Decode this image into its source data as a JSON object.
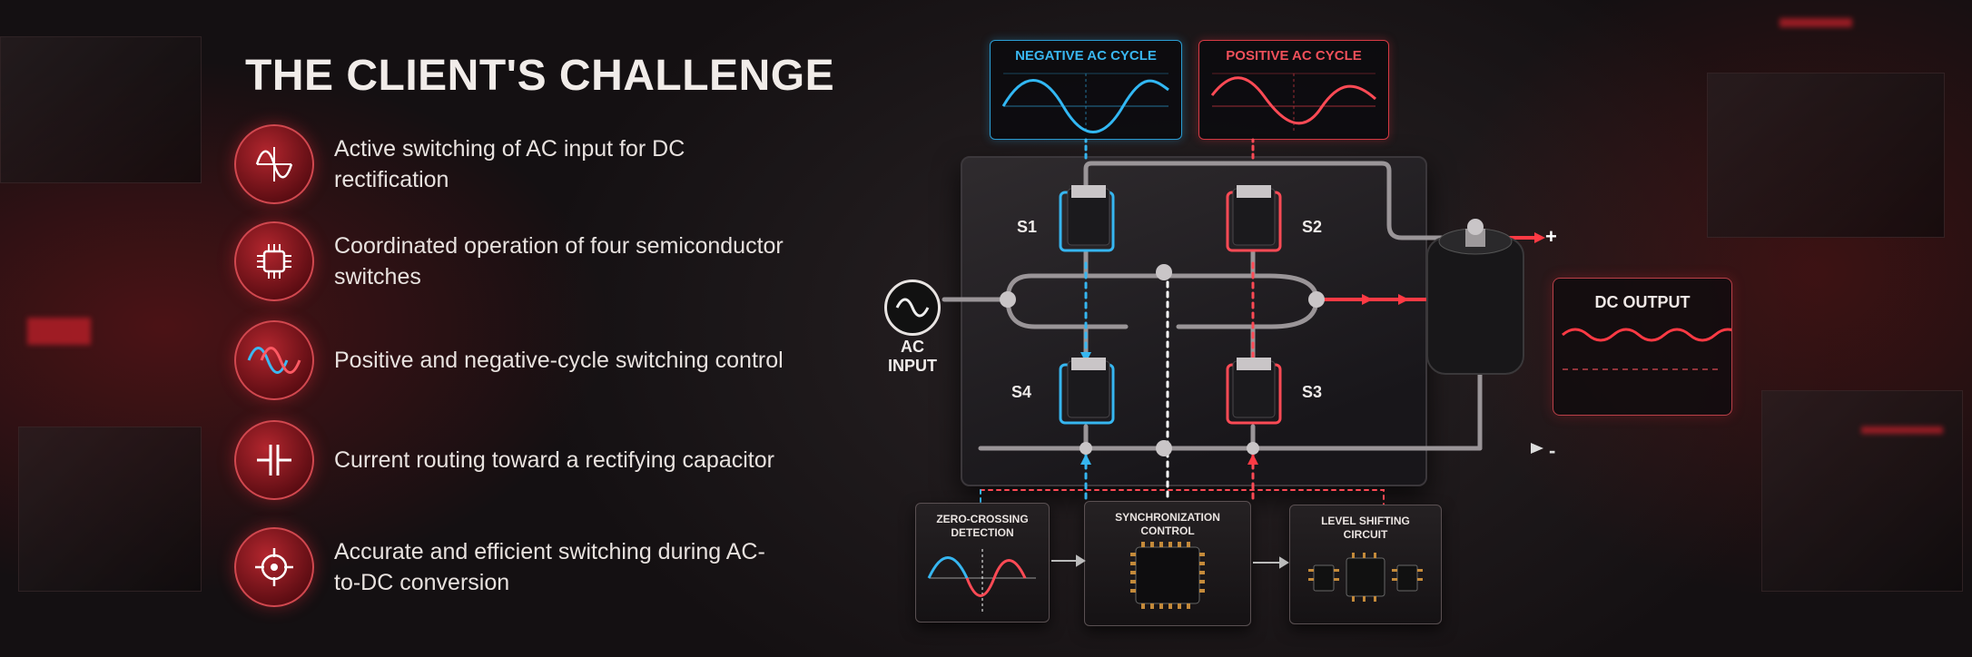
{
  "header": {
    "title": "THE CLIENT'S CHALLENGE"
  },
  "challenges": [
    {
      "icon": "ac-sine-icon",
      "text": "Active switching of AC input for DC rectification"
    },
    {
      "icon": "chip-icon",
      "text": "Coordinated operation of four semiconductor switches"
    },
    {
      "icon": "dual-wave-icon",
      "text": "Positive and negative-cycle switching control"
    },
    {
      "icon": "capacitor-icon",
      "text": "Current routing toward a rectifying capacitor"
    },
    {
      "icon": "target-icon",
      "text": "Accurate and efficient switching during AC-to-DC conversion"
    }
  ],
  "diagram": {
    "negative_cycle_label": "NEGATIVE AC CYCLE",
    "positive_cycle_label": "POSITIVE AC CYCLE",
    "dc_output_label": "DC OUTPUT",
    "ac_input_label": "AC INPUT",
    "switches": [
      "S1",
      "S2",
      "S3",
      "S4"
    ],
    "output_plus": "+",
    "output_minus": "-",
    "control_blocks": {
      "zero_crossing": "ZERO-CROSSING DETECTION",
      "sync_control": "SYNCHRONIZATION CONTROL",
      "level_shifting": "LEVEL SHIFTING CIRCUIT"
    },
    "colors": {
      "negative": "#2ba8e6",
      "positive": "#e2323c",
      "accent": "#b3262e"
    }
  }
}
